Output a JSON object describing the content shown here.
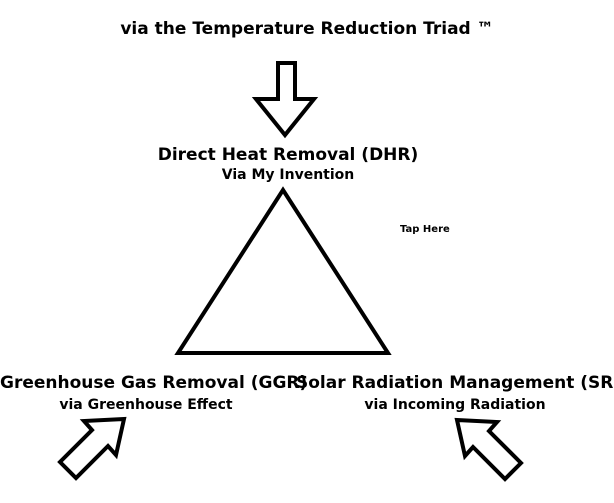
{
  "title": "via the Temperature Reduction Triad ™",
  "nodes": {
    "dhr": {
      "title": "Direct Heat Removal (DHR)",
      "subtitle": "Via My Invention"
    },
    "ggr": {
      "title": "Greenhouse Gas Removal (GGR)",
      "subtitle": "via Greenhouse Effect"
    },
    "srm": {
      "title": "Solar Radiation  Management (SRM)",
      "subtitle": "via Incoming Radiation"
    }
  },
  "link": {
    "label": "Tap Here"
  },
  "colors": {
    "stroke": "#000000",
    "fill": "#ffffff",
    "text": "#000000"
  },
  "icons": [
    "down-arrow-icon",
    "triangle-shape",
    "diagonal-arrow-up-right-icon",
    "diagonal-arrow-up-left-icon"
  ]
}
